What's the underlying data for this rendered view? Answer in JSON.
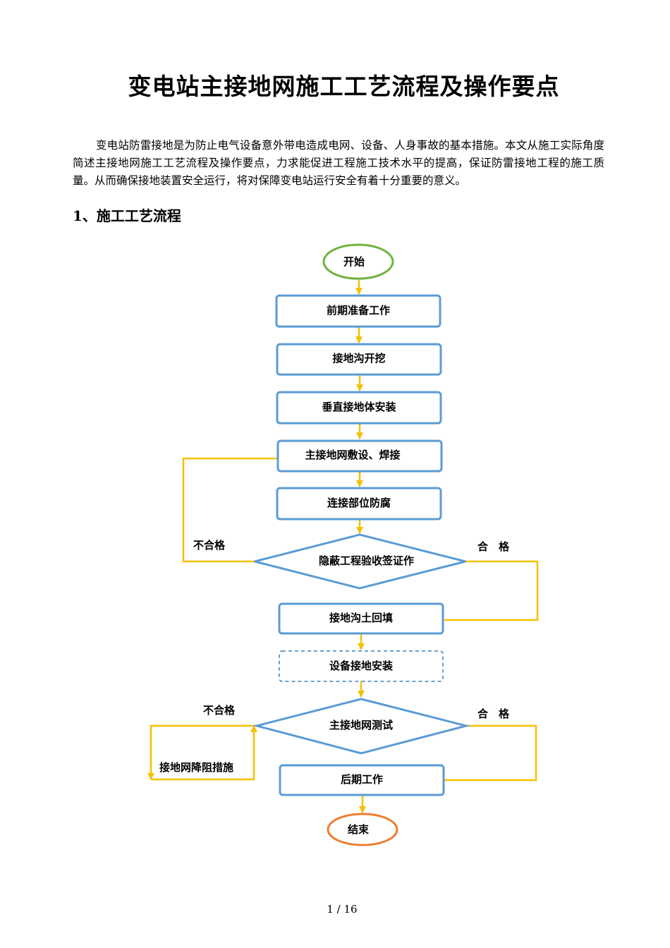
{
  "title": "变电站主接地网施工工艺流程及操作要点",
  "intro": "变电站防雷接地是为防止电气设备意外带电造成电网、设备、人身事故的基本措施。本文从施工实际角度简述主接地网施工工艺流程及操作要点，力求能促进工程施工技术水平的提高，保证防雷接地工程的施工质量。从而确保接地装置安全运行，将对保障变电站运行安全有着十分重要的意义。",
  "section_heading": "1、施工工艺流程",
  "flowchart": {
    "start": "开始",
    "steps": [
      "前期准备工作",
      "接地沟开挖",
      "垂直接地体安装",
      "主接地网敷设、焊接",
      "连接部位防腐"
    ],
    "decision1": "隐蔽工程验收签证作",
    "backfill": "接地沟土回填",
    "equipment": "设备接地安装",
    "decision2": "主接地网测试",
    "remedy": "接地网降阻措施",
    "final": "后期工作",
    "end": "结束",
    "fail_label": "不合格",
    "pass_label": "合　格",
    "colors": {
      "box_border": "#5b9bd5",
      "arrow": "#f5c000",
      "start_border": "#6fb33f",
      "end_border": "#ed7d31"
    }
  },
  "page_number": "1 / 16"
}
